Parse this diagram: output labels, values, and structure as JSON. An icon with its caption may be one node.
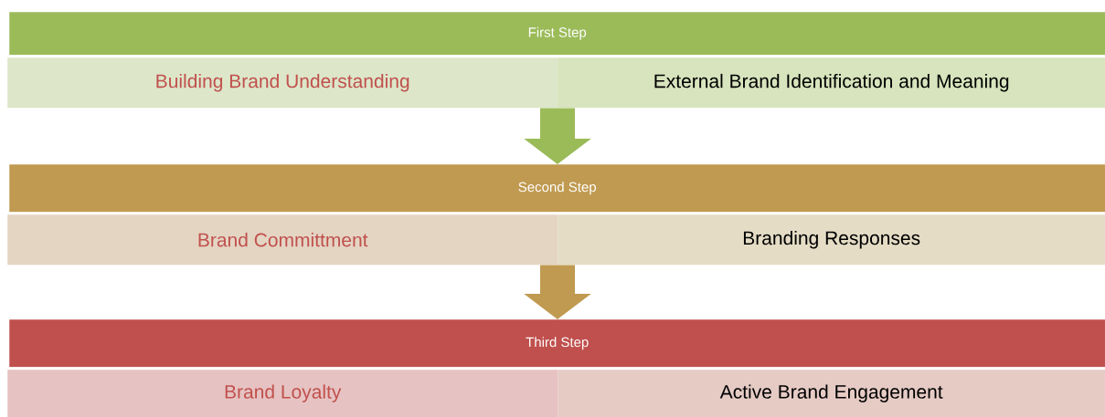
{
  "diagram": {
    "nodes": [
      {
        "text": [
          "First Step"
        ]
      },
      {
        "text": [
          "Building Brand Understanding"
        ]
      },
      {
        "text": [
          "External Brand Identification and Meaning"
        ]
      },
      {
        "text": [
          "Second  Step"
        ]
      },
      {
        "text": [
          "Brand Committment"
        ]
      },
      {
        "text": [
          "Branding Responses"
        ]
      },
      {
        "text": [
          "Third Step"
        ]
      },
      {
        "text": [
          "Brand Loyalty"
        ]
      },
      {
        "text": [
          "Active Brand Engagement"
        ]
      }
    ],
    "edges": [
      {
        "from": 2,
        "to": 3,
        "arrow": "to",
        "color": "#9bbb59"
      },
      {
        "from": 5,
        "to": 6,
        "arrow": "to",
        "color": "#c09a50"
      }
    ]
  }
}
